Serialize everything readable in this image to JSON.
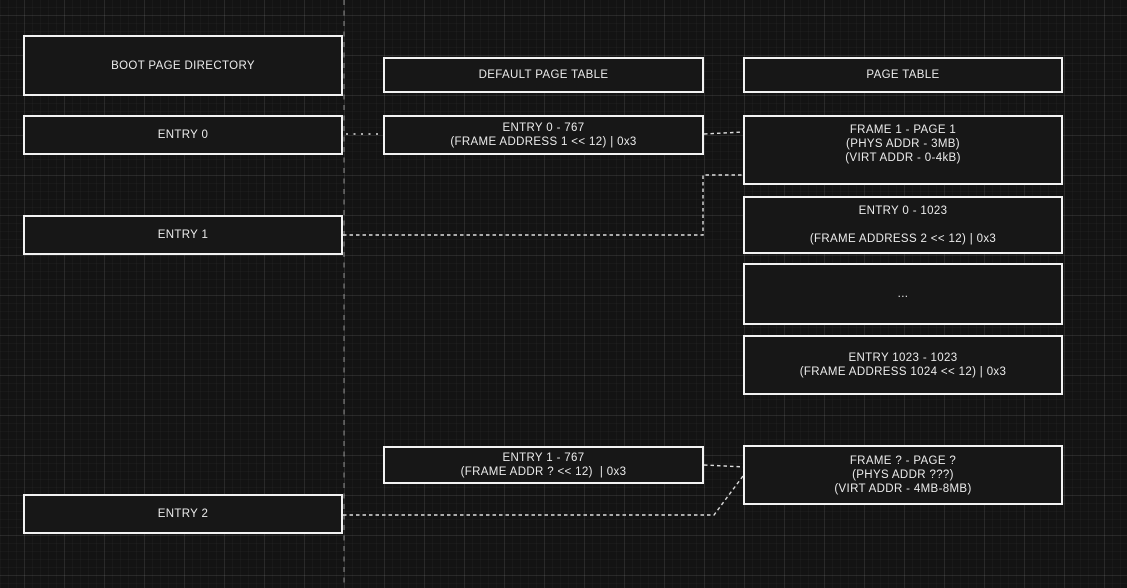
{
  "theme": {
    "background": "#131313",
    "grid_major": "rgba(255,255,255,0.07)",
    "grid_minor": "rgba(255,255,255,0.022)",
    "shape_fill": "#171717",
    "shape_border": "#f2f2f2",
    "text_color": "#ebebeb",
    "connector_color": "#dcdcdc",
    "divider_color": "rgba(255,255,255,0.42)"
  },
  "boot_page_directory": {
    "title": "BOOT PAGE DIRECTORY",
    "entry0": "ENTRY 0",
    "entry1": "ENTRY 1",
    "entry2": "ENTRY 2"
  },
  "default_page_table": {
    "title": "DEFAULT PAGE TABLE",
    "entry0": {
      "lines": [
        "ENTRY 0 - 767",
        "(FRAME ADDRESS 1 << 12) | 0x3"
      ]
    },
    "entry1": {
      "lines": [
        "ENTRY 1 - 767",
        "(FRAME ADDR ? << 12)  | 0x3"
      ]
    }
  },
  "page_table": {
    "title": "PAGE TABLE",
    "frame1": {
      "lines": [
        "FRAME 1 - PAGE 1",
        "(PHYS ADDR - 3MB)",
        "(VIRT ADDR - 0-4kB)"
      ]
    },
    "entry0": {
      "lines": [
        "ENTRY 0 - 1023",
        "",
        "(FRAME ADDRESS 2 << 12) | 0x3"
      ]
    },
    "ellipsis": "...",
    "entry1023": {
      "lines": [
        "ENTRY 1023 - 1023",
        "(FRAME ADDRESS 1024 << 12) | 0x3"
      ]
    },
    "frame_q": {
      "lines": [
        "FRAME ? - PAGE ?",
        "(PHYS ADDR ???)",
        "(VIRT ADDR - 4MB-8MB)"
      ]
    }
  }
}
